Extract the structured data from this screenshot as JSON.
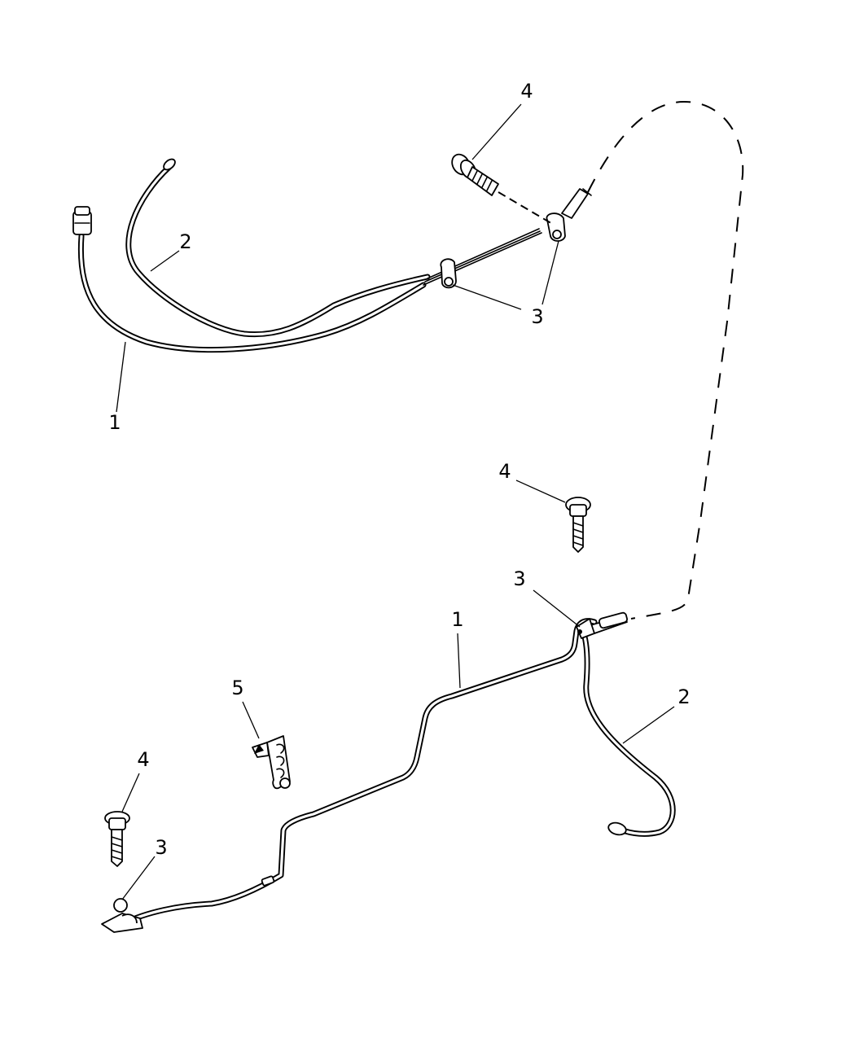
{
  "diagram": {
    "callouts": [
      {
        "id": "c1_upper",
        "label": "4"
      },
      {
        "id": "c2_upper",
        "label": "2"
      },
      {
        "id": "c3_upper",
        "label": "3"
      },
      {
        "id": "c4_upper",
        "label": "1"
      },
      {
        "id": "c5_mid",
        "label": "4"
      },
      {
        "id": "c6_mid",
        "label": "3"
      },
      {
        "id": "c7_mid",
        "label": "1"
      },
      {
        "id": "c8_mid",
        "label": "5"
      },
      {
        "id": "c9_right",
        "label": "2"
      },
      {
        "id": "c10_lower",
        "label": "4"
      },
      {
        "id": "c11_lower",
        "label": "3"
      }
    ]
  }
}
